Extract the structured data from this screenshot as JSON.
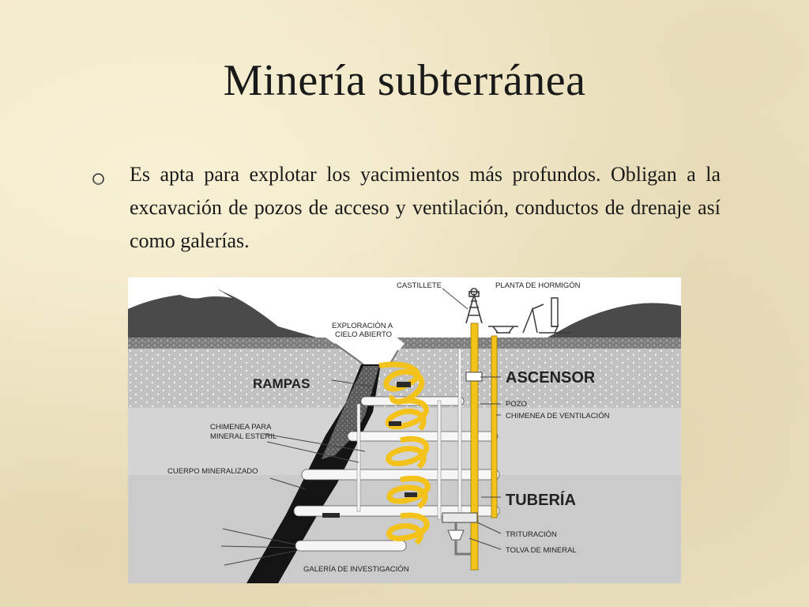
{
  "slide": {
    "title": "Minería subterránea",
    "bullet": "Es apta para explotar los yacimientos más profundos. Obligan a la excavación de pozos de acceso y ventilación, conductos de drenaje así como galerías."
  },
  "diagram": {
    "labels": {
      "castillete": "CASTILLETE",
      "planta": "PLANTA DE HORMIGÓN",
      "exploracion_1": "EXPLORACIÓN A",
      "exploracion_2": "CIELO ABIERTO",
      "rampas": "RAMPAS",
      "ascensor": "ASCENSOR",
      "pozo": "POZO",
      "chimenea_vent": "CHIMENEA DE VENTILACIÓN",
      "chimenea_1": "CHIMENEA PARA",
      "chimenea_2": "MINERAL ESTERIL",
      "cuerpo": "CUERPO MINERALIZADO",
      "tuberia": "TUBERÍA",
      "trituracion": "TRITURACIÓN",
      "tolva": "TOLVA DE MINERAL",
      "galeria": "GALERÍA DE INVESTIGACIÓN"
    },
    "colors": {
      "mountain": "#4a4a4a",
      "gravel": "#8a8a8a",
      "stratum_upper": "#c2c2c2",
      "stratum_mid": "#d4d4d4",
      "stratum_low": "#cbcbcb",
      "ore_body": "#141414",
      "ramp": "#f3c21b",
      "gallery": "#f6f6f6"
    }
  }
}
